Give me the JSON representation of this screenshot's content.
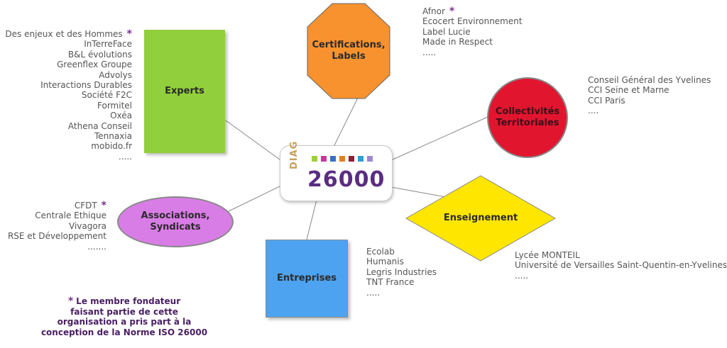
{
  "center": {
    "prefix": "DIAG",
    "number": "26000",
    "square_colors": [
      "#9ecf3a",
      "#c23a9a",
      "#3a6fc2",
      "#e0801e",
      "#8e1e3a",
      "#2aa0d8",
      "#9b8ad0"
    ]
  },
  "colors": {
    "experts": "#92cf3c",
    "certifications": "#f7922e",
    "collectivites": "#e2152f",
    "enseignement": "#ffe600",
    "entreprises": "#4ea3f0",
    "associations": "#d97de6",
    "link": "#8a8a8a"
  },
  "nodes": {
    "experts": "Experts",
    "certifications_line1": "Certifications,",
    "certifications_line2": "Labels",
    "collectivites_line1": "Collectivités",
    "collectivites_line2": "Territoriales",
    "enseignement": "Enseignement",
    "entreprises": "Entreprises",
    "associations_line1": "Associations,",
    "associations_line2": "Syndicats"
  },
  "lists": {
    "experts": [
      "Des enjeux et des Hommes",
      "InTerreFace",
      "B&L évolutions",
      "Greenflex Groupe",
      "Advolys",
      "Interactions Durables",
      "Société F2C",
      "Formitel",
      "Oxéa",
      "Athena Conseil",
      "Tennaxia",
      "mobido.fr",
      "....."
    ],
    "certifications": [
      "Afnor",
      "Ecocert Environnement",
      "Label Lucie",
      "Made in Respect",
      "....."
    ],
    "collectivites": [
      "Conseil Général des Yvelines",
      "CCI Seine et Marne",
      "CCI Paris",
      "...."
    ],
    "enseignement": [
      "Lycée MONTEIL",
      "Université de Versailles Saint-Quentin-en-Yvelines",
      "....."
    ],
    "entreprises": [
      "Ecolab",
      "Humanis",
      "Legris Industries",
      "TNT France",
      "....."
    ],
    "associations": [
      "CFDT",
      "Centrale Ethique",
      "Vivagora",
      "RSE et Développement",
      "......."
    ]
  },
  "star": "*",
  "footnote": {
    "line1": "Le membre fondateur",
    "line2": "faisant partie de cette",
    "line3": "organisation a pris part à la",
    "line4": "conception de la Norme ISO 26000"
  }
}
